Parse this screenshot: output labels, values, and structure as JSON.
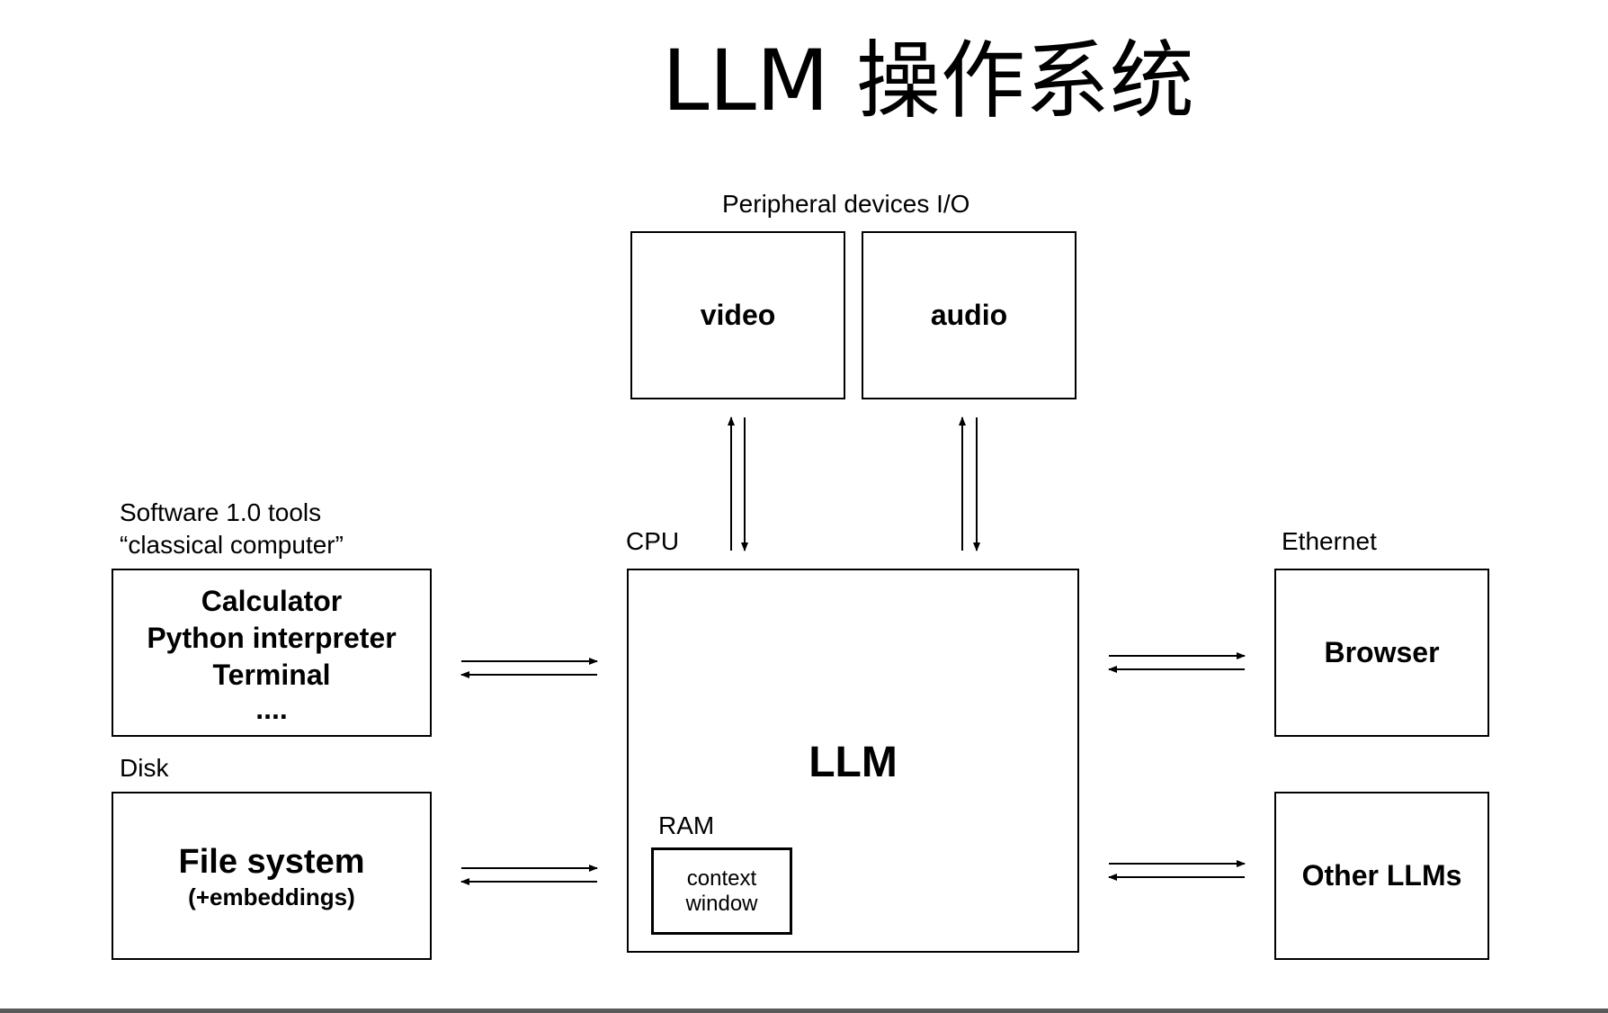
{
  "title": "LLM 操作系统",
  "peripheral": {
    "caption": "Peripheral devices I/O",
    "video": "video",
    "audio": "audio"
  },
  "software": {
    "caption_line1": "Software 1.0 tools",
    "caption_line2": "“classical computer”",
    "items": [
      "Calculator",
      "Python interpreter",
      "Terminal",
      "...."
    ]
  },
  "disk": {
    "caption": "Disk",
    "main": "File system",
    "sub": "(+embeddings)"
  },
  "cpu": {
    "caption": "CPU",
    "main": "LLM",
    "ram_caption": "RAM",
    "ram_line1": "context",
    "ram_line2": "window"
  },
  "ethernet": {
    "caption": "Ethernet",
    "browser": "Browser",
    "other": "Other LLMs"
  },
  "colors": {
    "stroke": "#000000",
    "background": "#ffffff",
    "bottom_rule": "#5a5a5a"
  }
}
